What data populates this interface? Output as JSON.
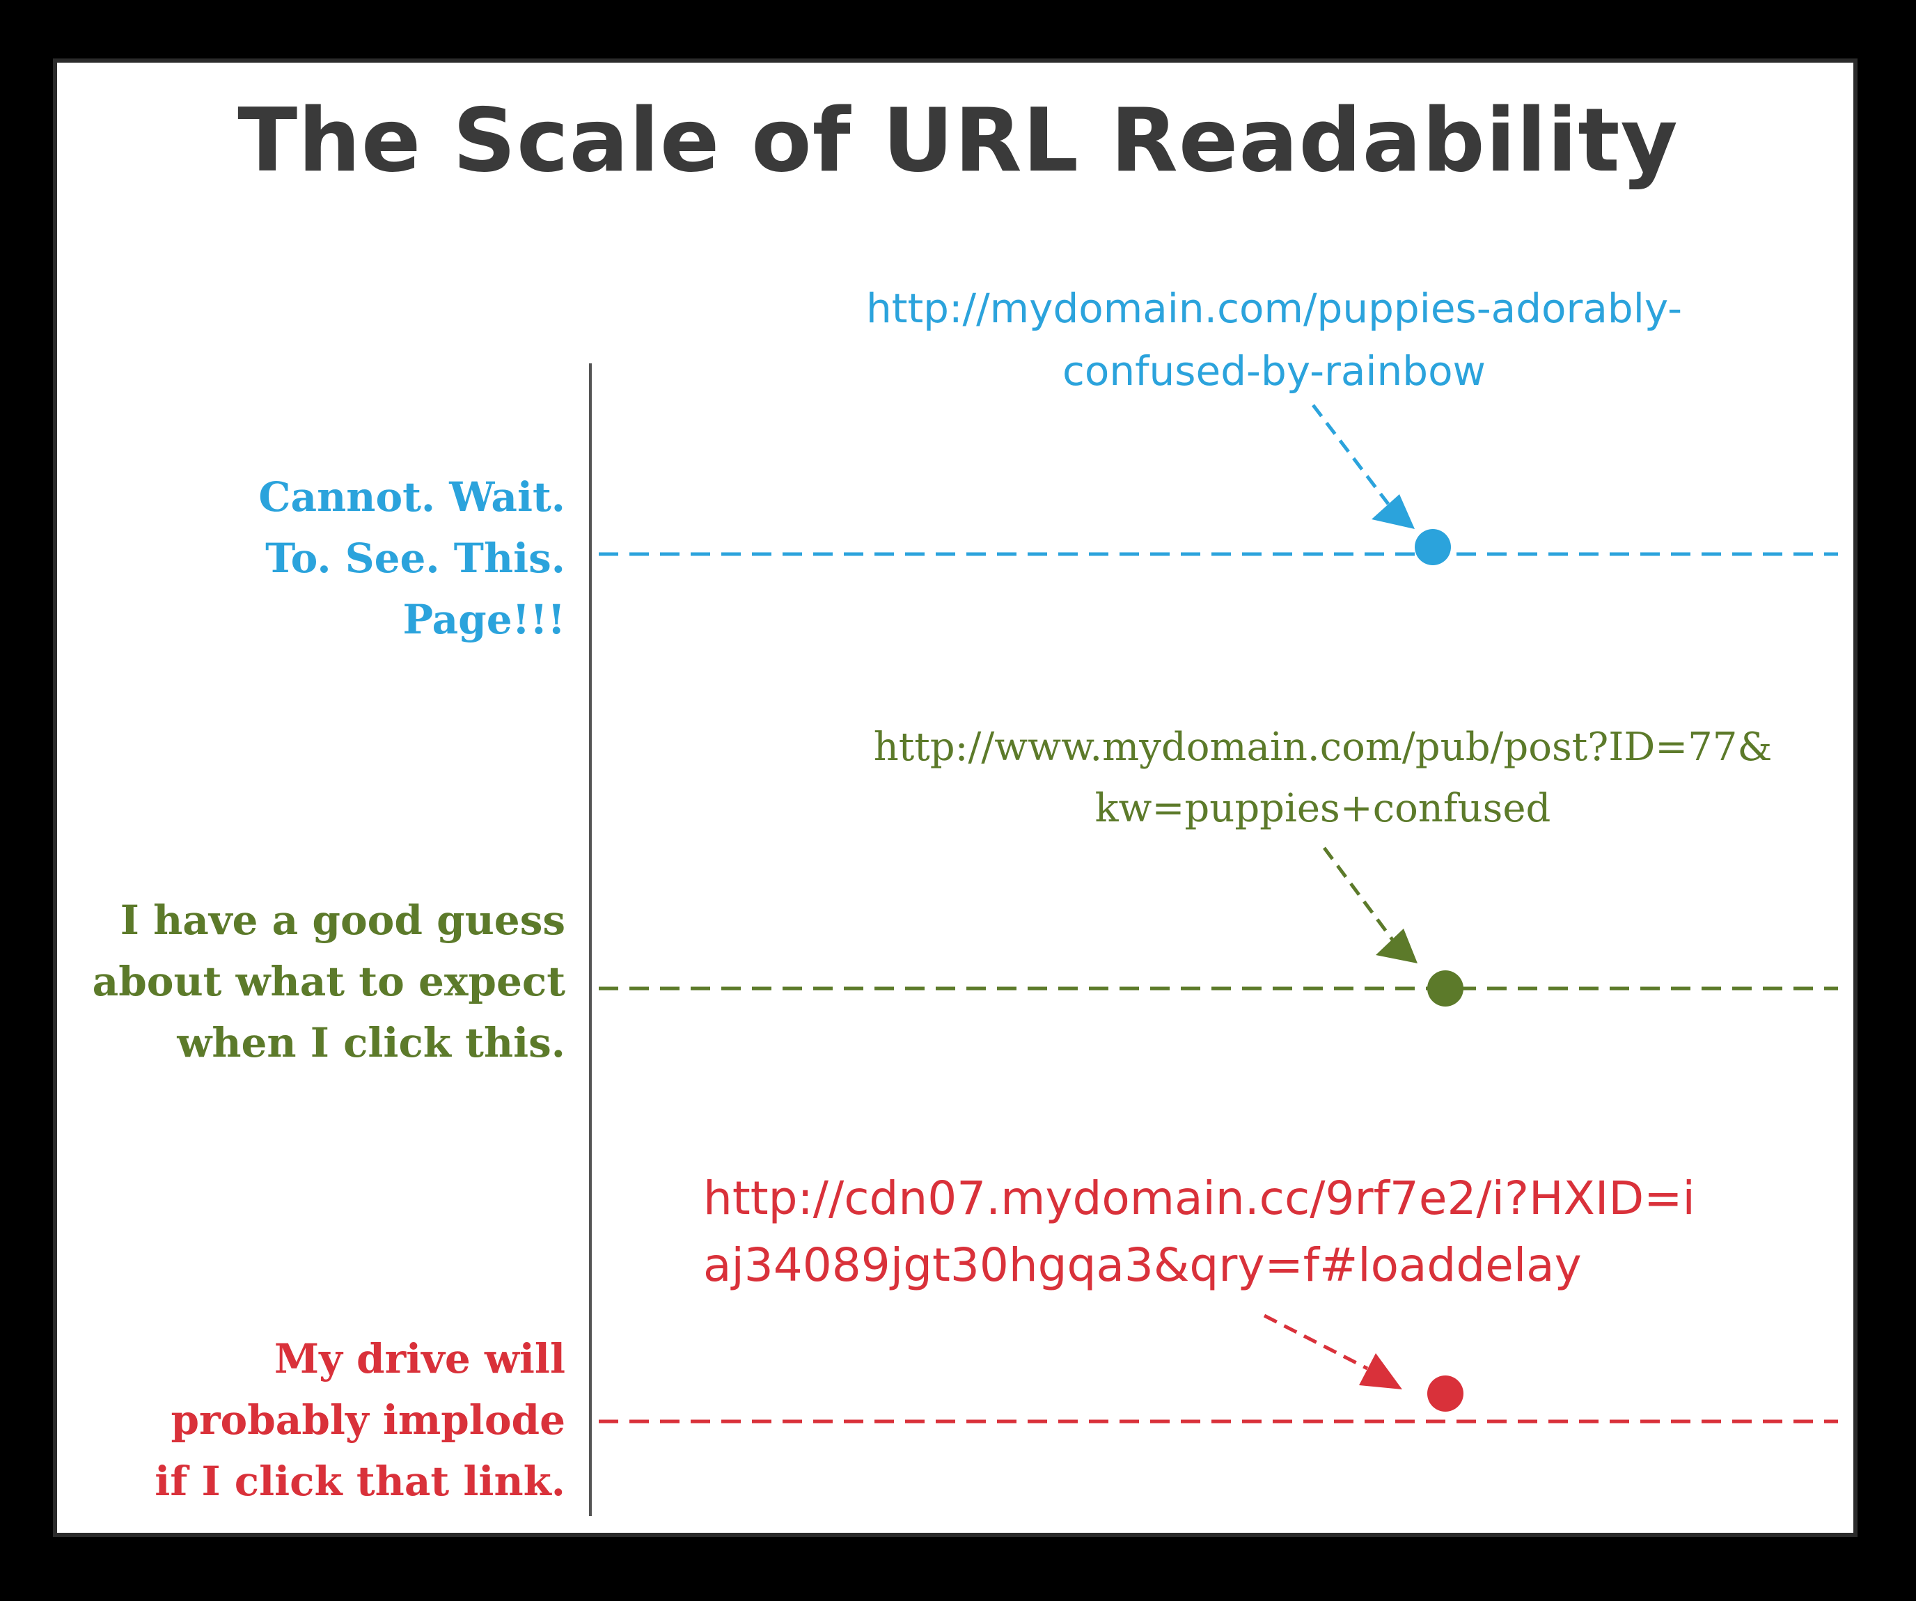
{
  "title": "The Scale of URL Readability",
  "levels": [
    {
      "label": [
        "Cannot. Wait.",
        "To. See. This.",
        "Page!!!"
      ],
      "url": [
        "http://mydomain.com/puppies-adorably-",
        "confused-by-rainbow"
      ],
      "color": "#2ba3dc"
    },
    {
      "label": [
        "I have a good guess",
        "about what to expect",
        "when I click this."
      ],
      "url": [
        "http://www.mydomain.com/pub/post?ID=77&",
        "kw=puppies+confused"
      ],
      "color": "#5c7a2a"
    },
    {
      "label": [
        "My drive will",
        "probably implode",
        "if I click that link."
      ],
      "url": [
        "http://cdn07.mydomain.cc/9rf7e2/i?HXID=i",
        "aj34089jgt30hgqa3&qry=f#loaddelay"
      ],
      "color": "#d9313a"
    }
  ],
  "axis_color": "#555555"
}
